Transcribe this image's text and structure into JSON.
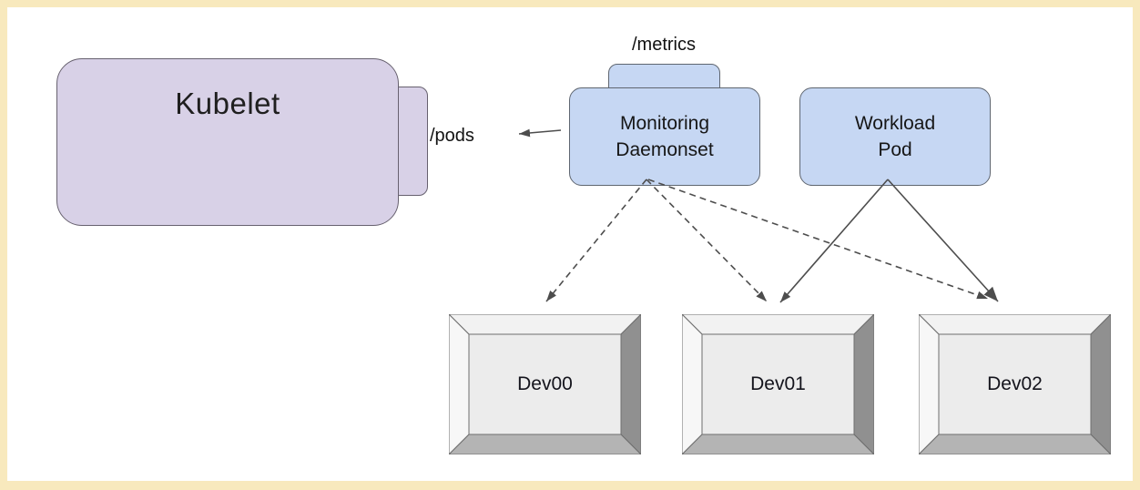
{
  "frame": {
    "border_color": "#f8e9bd",
    "background": "#ffffff"
  },
  "nodes": {
    "kubelet": {
      "label": "Kubelet",
      "fill": "#d8d1e7",
      "stroke": "#67616f"
    },
    "pods_endpoint": {
      "label": "/pods"
    },
    "metrics_endpoint": {
      "label": "/metrics"
    },
    "monitoring_daemonset": {
      "line1": "Monitoring",
      "line2": "Daemonset",
      "fill": "#c6d7f3",
      "stroke": "#5f6670"
    },
    "workload_pod": {
      "line1": "Workload",
      "line2": "Pod",
      "fill": "#c6d7f3",
      "stroke": "#5f6670"
    }
  },
  "devices": [
    {
      "label": "Dev00"
    },
    {
      "label": "Dev01"
    },
    {
      "label": "Dev02"
    }
  ],
  "edges": {
    "monitoring_to_pods": {
      "style": "solid"
    },
    "monitoring_to_dev00": {
      "style": "dashed"
    },
    "monitoring_to_dev01": {
      "style": "dashed"
    },
    "monitoring_to_dev02": {
      "style": "dashed"
    },
    "workload_to_dev01": {
      "style": "solid"
    },
    "workload_to_dev02": {
      "style": "solid"
    }
  },
  "colors": {
    "edge": "#4d4d4d",
    "text": "#1a1a1a",
    "bevel_light": "#f2f2f2",
    "bevel_right": "#909090",
    "bevel_bottom": "#b4b4b4",
    "bevel_face": "#ececec"
  }
}
